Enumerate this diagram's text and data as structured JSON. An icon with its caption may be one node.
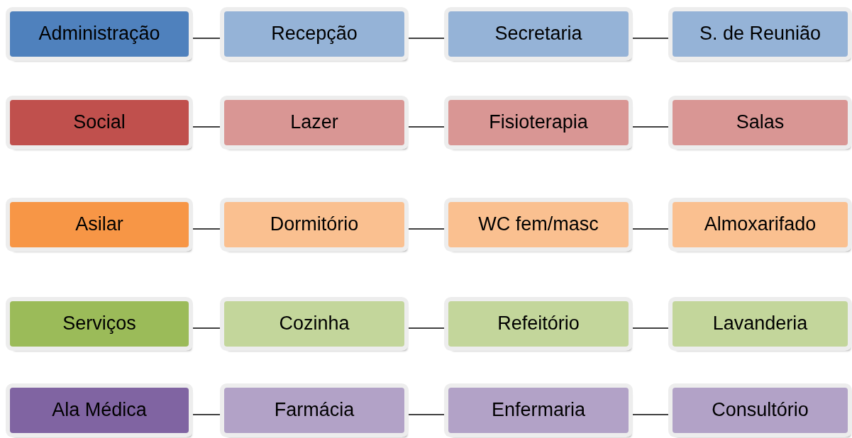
{
  "diagram": {
    "nodes": [
      {
        "text": [
          "Administração"
        ]
      },
      {
        "text": [
          "Recepção"
        ]
      },
      {
        "text": [
          "Secretaria"
        ]
      },
      {
        "text": [
          "S. de Reunião"
        ]
      },
      {
        "text": [
          "Social"
        ]
      },
      {
        "text": [
          "Lazer"
        ]
      },
      {
        "text": [
          "Fisioterapia"
        ]
      },
      {
        "text": [
          "Salas"
        ]
      },
      {
        "text": [
          "Asilar"
        ]
      },
      {
        "text": [
          "Dormitório"
        ]
      },
      {
        "text": [
          "WC fem/masc"
        ]
      },
      {
        "text": [
          "Almoxarifado"
        ]
      },
      {
        "text": [
          "Serviços"
        ]
      },
      {
        "text": [
          "Cozinha"
        ]
      },
      {
        "text": [
          "Refeitório"
        ]
      },
      {
        "text": [
          "Lavanderia"
        ]
      },
      {
        "text": [
          "Ala Médica"
        ]
      },
      {
        "text": [
          "Farmácia"
        ]
      },
      {
        "text": [
          "Enfermaria"
        ]
      },
      {
        "text": [
          "Consultório"
        ]
      }
    ],
    "edges": [
      {
        "from": 0,
        "to": 1,
        "arrow": "none"
      },
      {
        "from": 1,
        "to": 2,
        "arrow": "none"
      },
      {
        "from": 2,
        "to": 3,
        "arrow": "none"
      },
      {
        "from": 4,
        "to": 5,
        "arrow": "none"
      },
      {
        "from": 5,
        "to": 6,
        "arrow": "none"
      },
      {
        "from": 6,
        "to": 7,
        "arrow": "none"
      },
      {
        "from": 8,
        "to": 9,
        "arrow": "none"
      },
      {
        "from": 9,
        "to": 10,
        "arrow": "none"
      },
      {
        "from": 10,
        "to": 11,
        "arrow": "none"
      },
      {
        "from": 12,
        "to": 13,
        "arrow": "none"
      },
      {
        "from": 13,
        "to": 14,
        "arrow": "none"
      },
      {
        "from": 14,
        "to": 15,
        "arrow": "none"
      },
      {
        "from": 16,
        "to": 17,
        "arrow": "none"
      },
      {
        "from": 17,
        "to": 18,
        "arrow": "none"
      },
      {
        "from": 18,
        "to": 19,
        "arrow": "none"
      }
    ]
  }
}
